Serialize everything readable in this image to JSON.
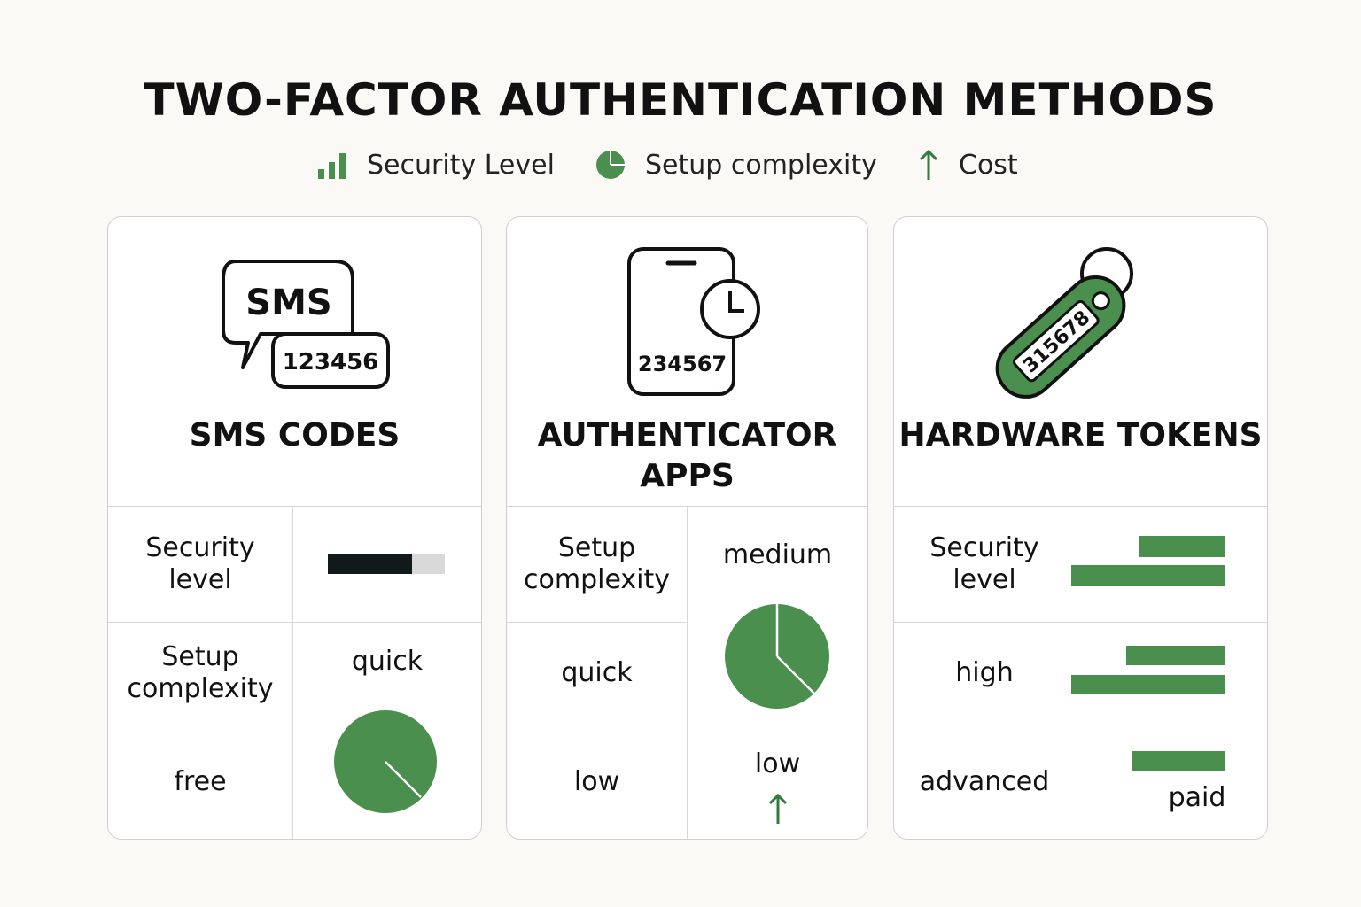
{
  "title": "TWO-FACTOR AUTHENTICATION METHODS",
  "legend": [
    {
      "icon": "signal-bars-icon",
      "label": "Security Level"
    },
    {
      "icon": "pie-icon",
      "label": "Setup complexity"
    },
    {
      "icon": "arrow-up-icon",
      "label": "Cost"
    }
  ],
  "colors": {
    "accent": "#4a8f4e",
    "dark": "#111a1a",
    "border": "#cfcfcf",
    "background": "#faf9f5"
  },
  "cards": {
    "sms": {
      "icon_text": "SMS",
      "icon_code": "123456",
      "title": "SMS CODES",
      "rows": {
        "security_label": "Security level",
        "setup_label": "Setup complexity",
        "setup_value": "quick",
        "cost_value": "free"
      },
      "security_fill": 0.72
    },
    "auth_apps": {
      "icon_code": "234567",
      "title_line1": "AUTHENTICATOR",
      "title_line2": "APPS",
      "rows": {
        "setup_label": "Setup complexity",
        "quick": "quick",
        "low_left": "low",
        "medium": "medium",
        "low_right": "low"
      }
    },
    "hardware": {
      "icon_code": "315678",
      "title": "HARDWARE TOKENS",
      "rows": {
        "security_label": "Security level",
        "high": "high",
        "advanced": "advanced",
        "paid": "paid"
      }
    }
  }
}
